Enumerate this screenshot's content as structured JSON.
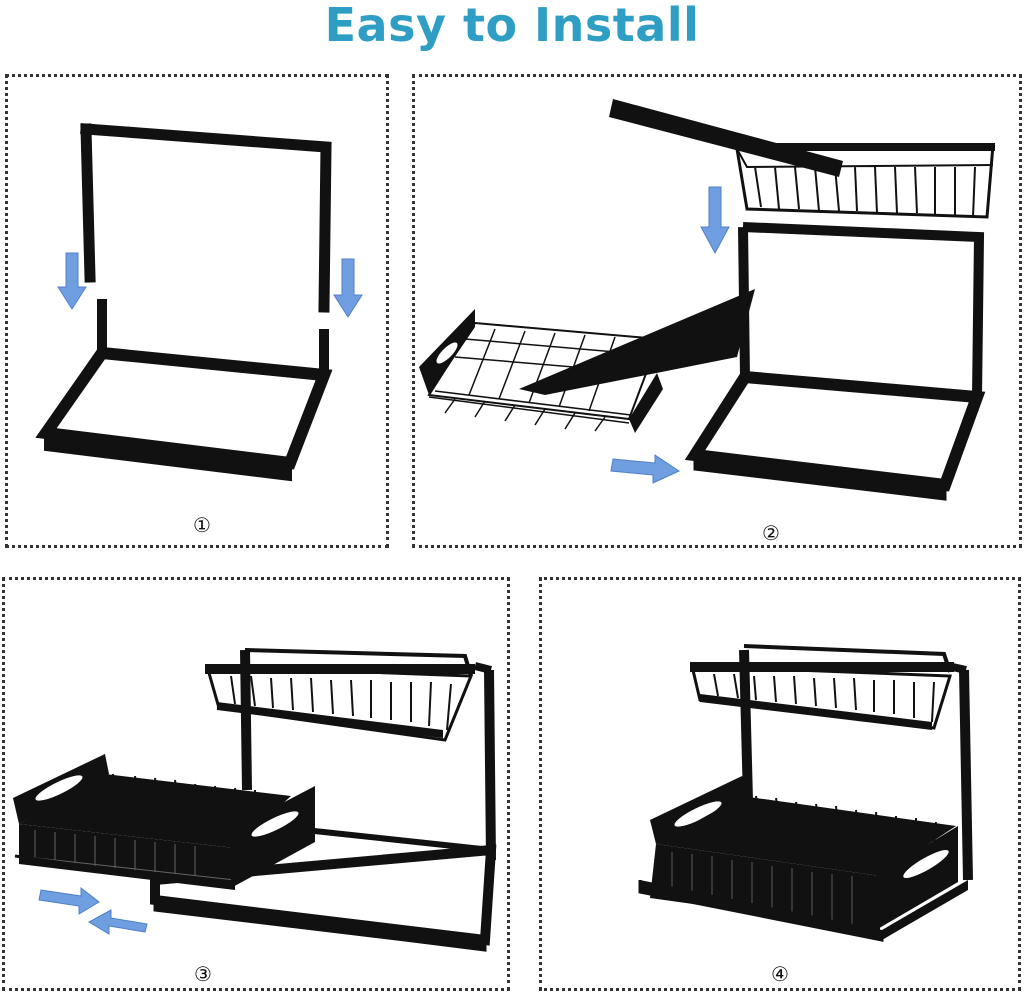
{
  "title": "Easy to Install",
  "colors": {
    "title": "#2f9ec4",
    "arrow": "#6f9fe0",
    "frame": "#111111"
  },
  "steps": [
    {
      "label": "①"
    },
    {
      "label": "②"
    },
    {
      "label": "③"
    },
    {
      "label": "④"
    }
  ]
}
